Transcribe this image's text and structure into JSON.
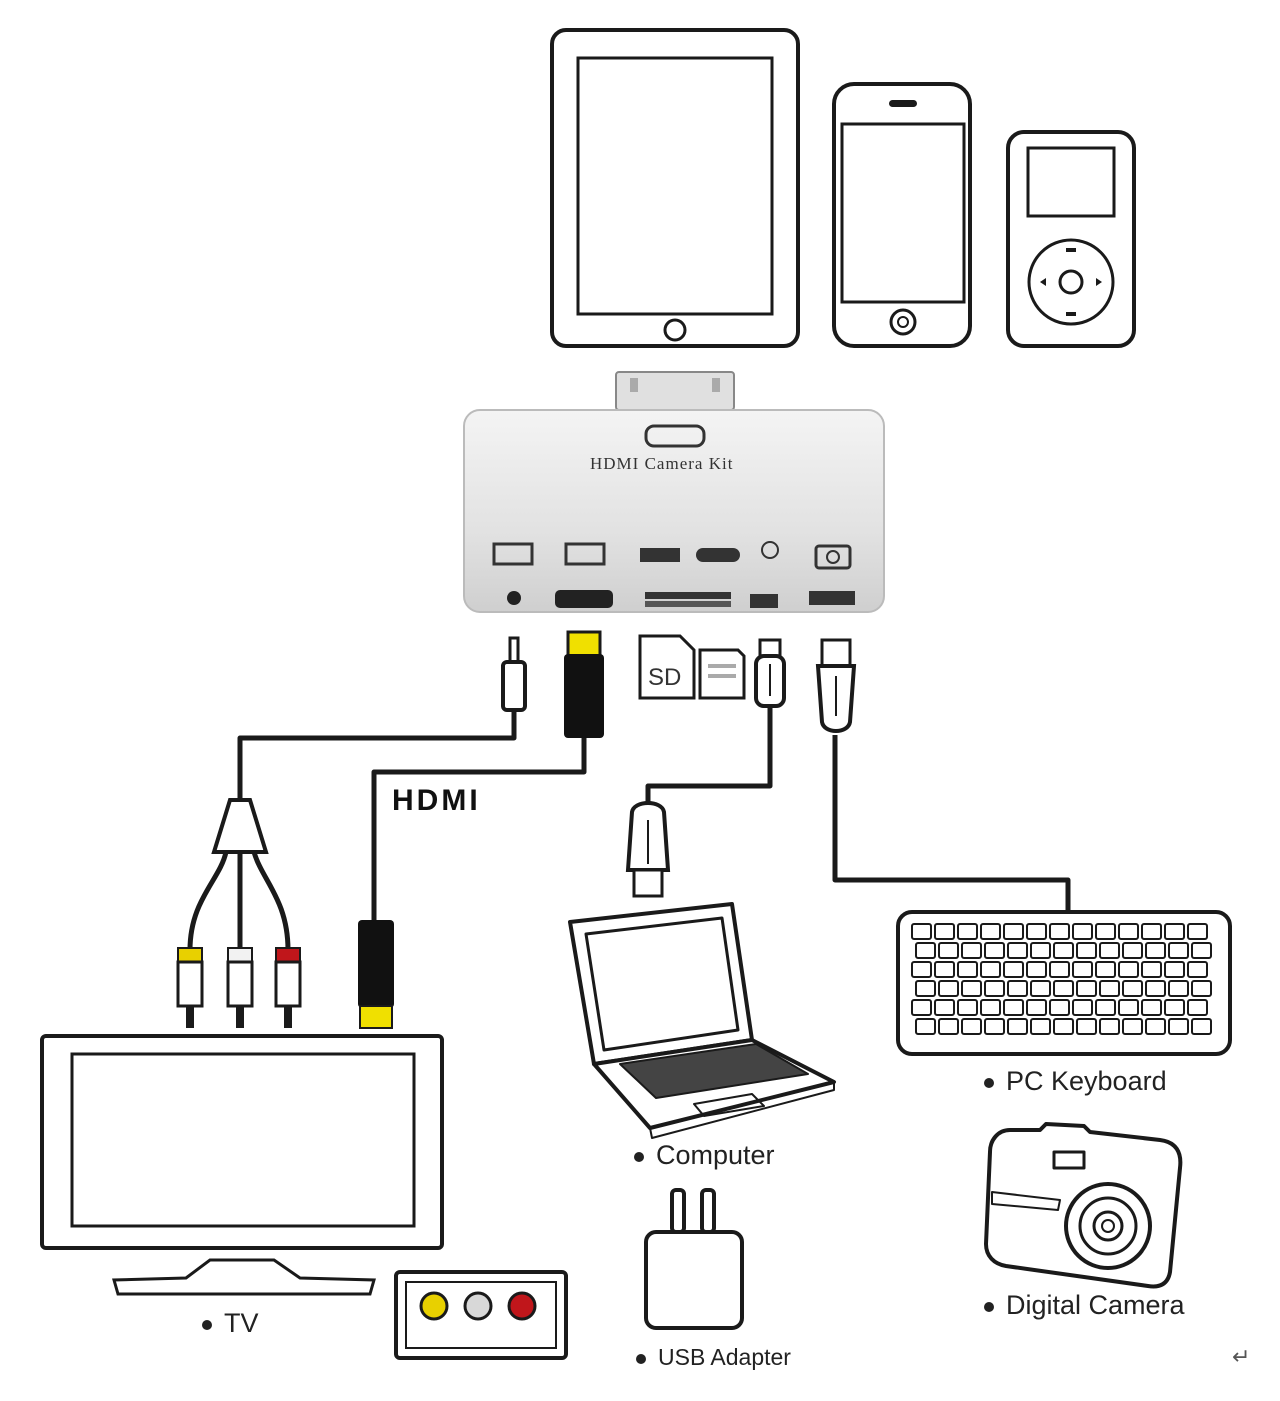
{
  "labels": {
    "hdmi_cable": "HDMI",
    "kit_title": "HDMI Camera Kit",
    "sd_card": "SD",
    "tv": "TV",
    "computer": "Computer",
    "usb_adapter": "USB Adapter",
    "keyboard": "PC Keyboard",
    "camera": "Digital Camera",
    "return_mark": "↵"
  },
  "colors": {
    "line": "#1a1a1a",
    "kit_body": "#e4e4e4",
    "rca_yellow": "#e8d000",
    "rca_red": "#c0161b",
    "rca_white": "#f2f2f2",
    "hdmi_tip": "#f0e000"
  }
}
